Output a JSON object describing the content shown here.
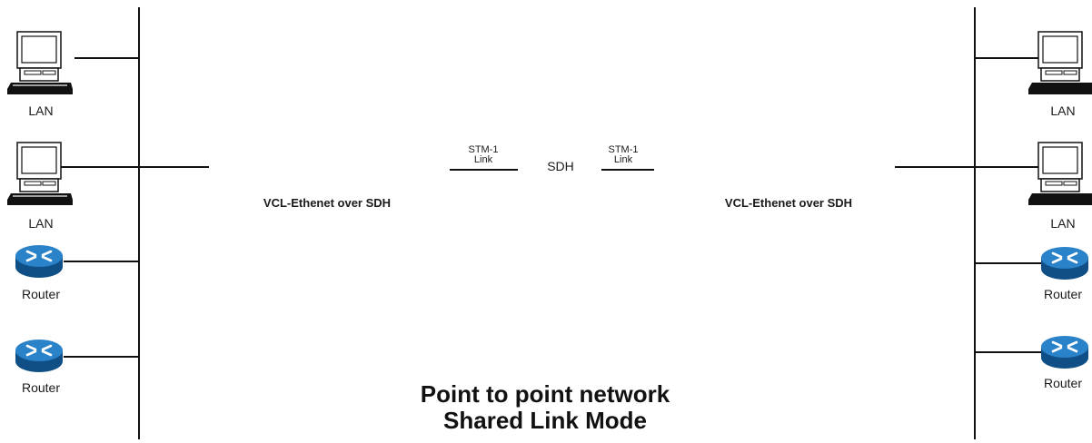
{
  "left": {
    "devices": [
      {
        "type": "pc-icon",
        "label": "LAN"
      },
      {
        "type": "pc-icon",
        "label": "LAN"
      },
      {
        "type": "router-icon",
        "label": "Router"
      },
      {
        "type": "router-icon",
        "label": "Router"
      }
    ],
    "equipment_label": "VCL-Ethenet over SDH"
  },
  "right": {
    "devices": [
      {
        "type": "pc-icon",
        "label": "LAN"
      },
      {
        "type": "pc-icon",
        "label": "LAN"
      },
      {
        "type": "router-icon",
        "label": "Router"
      },
      {
        "type": "router-icon",
        "label": "Router"
      }
    ],
    "equipment_label": "VCL-Ethenet over SDH"
  },
  "center": {
    "link_left": {
      "line1": "STM-1",
      "line2": "Link"
    },
    "link_right": {
      "line1": "STM-1",
      "line2": "Link"
    },
    "network_label": "SDH"
  },
  "title": {
    "line1": "Point to point network",
    "line2": "Shared Link Mode"
  },
  "colors": {
    "router_blue": "#1f6fb0",
    "line": "#111111"
  }
}
